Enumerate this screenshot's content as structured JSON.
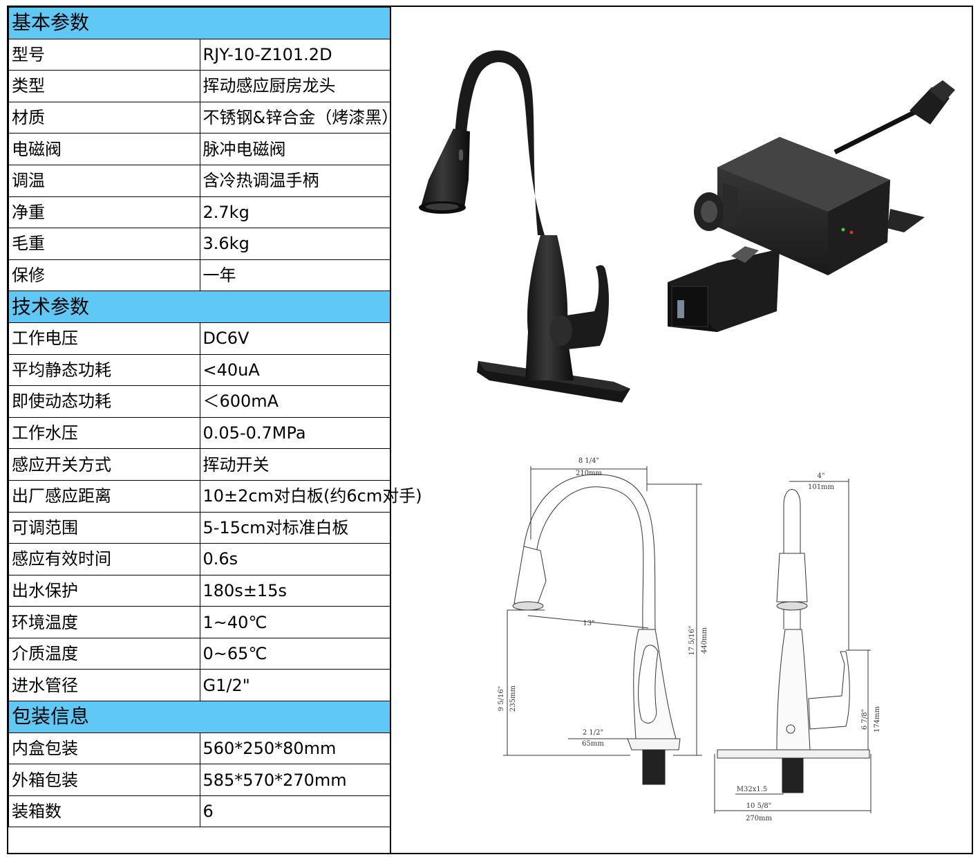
{
  "sections": [
    {
      "title": "基本参数",
      "rows": [
        {
          "label": "型号",
          "value": "RJY-10-Z101.2D"
        },
        {
          "label": "类型",
          "value": "挥动感应厨房龙头"
        },
        {
          "label": "材质",
          "value": "不锈钢&锌合金（烤漆黑）"
        },
        {
          "label": "电磁阀",
          "value": "脉冲电磁阀"
        },
        {
          "label": "调温",
          "value": "含冷热调温手柄"
        },
        {
          "label": "净重",
          "value": "2.7kg"
        },
        {
          "label": "毛重",
          "value": "3.6kg"
        },
        {
          "label": "保修",
          "value": "一年"
        }
      ]
    },
    {
      "title": "技术参数",
      "rows": [
        {
          "label": "工作电压",
          "value": "DC6V"
        },
        {
          "label": "平均静态功耗",
          "value": "<40uA"
        },
        {
          "label": "即使动态功耗",
          "value": "＜600mA"
        },
        {
          "label": "工作水压",
          "value": "0.05-0.7MPa"
        },
        {
          "label": "感应开关方式",
          "value": "挥动开关"
        },
        {
          "label": "出厂感应距离",
          "value": "10±2cm对白板(约6cm对手)"
        },
        {
          "label": "可调范围",
          "value": "5-15cm对标准白板"
        },
        {
          "label": "感应有效时间",
          "value": "0.6s"
        },
        {
          "label": "出水保护",
          "value": "180s±15s"
        },
        {
          "label": "环境温度",
          "value": "1~40℃"
        },
        {
          "label": "介质温度",
          "value": "0~65℃"
        },
        {
          "label": "进水管径",
          "value": "G1/2\""
        }
      ]
    },
    {
      "title": "包装信息",
      "rows": [
        {
          "label": "内盒包装",
          "value": "560*250*80mm"
        },
        {
          "label": "外箱包装",
          "value": "585*570*270mm"
        },
        {
          "label": "装箱数",
          "value": "6"
        }
      ]
    }
  ],
  "drawing": {
    "front": {
      "width_in": "8 1/4\"",
      "width_mm": "210mm",
      "reach": "13\"",
      "spray_h_in": "9 5/16\"",
      "spray_h_mm": "235mm",
      "height_in": "17 5/16\"",
      "height_mm": "440mm",
      "base_in": "2 1/2\"",
      "base_mm": "65mm"
    },
    "side": {
      "top_in": "4\"",
      "top_mm": "101mm",
      "handle_in": "6 7/8\"",
      "handle_mm": "174mm",
      "thread": "M32x1.5",
      "plate_in": "10 5/8\"",
      "plate_mm": "270mm"
    }
  },
  "colors": {
    "section_header": "#5fc8f5",
    "faucet": "#222222",
    "led_green": "#3cd13c",
    "led_red": "#e03030"
  }
}
